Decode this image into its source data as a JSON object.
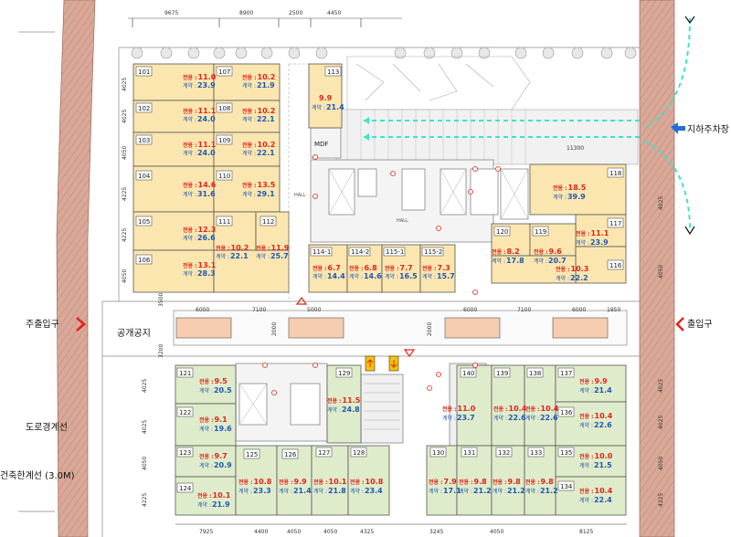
{
  "labels": {
    "area_prefix": "전용 :",
    "contract_prefix": "계약 :",
    "public_space": "공개공지",
    "main_entrance": "주출입구",
    "exit": "출입구",
    "underground_parking": "지하주차장",
    "road_boundary": "도로경계선",
    "building_line": "건축한계선 (3.0M)",
    "hall": "HALL",
    "mdf": "MDF"
  },
  "dimensions": {
    "top": [
      "9675",
      "8900",
      "2500",
      "4450"
    ],
    "bottom": [
      "7925",
      "4400",
      "4050",
      "4050",
      "4325",
      "3245",
      "4050",
      "8125"
    ],
    "left": [
      "4025",
      "4025",
      "4050",
      "4225",
      "4225",
      "4050",
      "4225"
    ],
    "right": [
      "4025",
      "4050",
      "4225"
    ],
    "road": [
      "3500",
      "3500",
      "3200"
    ],
    "public_space": [
      "6000",
      "7100",
      "5000",
      "6000",
      "7100",
      "6000",
      "1950"
    ],
    "misc": [
      "11300",
      "2000",
      "2000"
    ]
  },
  "units_yellow": [
    {
      "no": "101",
      "area": "11.0",
      "contract": "23.9"
    },
    {
      "no": "107",
      "area": "10.2",
      "contract": "21.9"
    },
    {
      "no": "113",
      "area": "9.9",
      "contract": "21.4"
    },
    {
      "no": "102",
      "area": "11.1",
      "contract": "24.0"
    },
    {
      "no": "108",
      "area": "10.2",
      "contract": "22.1"
    },
    {
      "no": "103",
      "area": "11.1",
      "contract": "24.0"
    },
    {
      "no": "109",
      "area": "10.2",
      "contract": "22.1"
    },
    {
      "no": "104",
      "area": "14.6",
      "contract": "31.6"
    },
    {
      "no": "110",
      "area": "13.5",
      "contract": "29.1"
    },
    {
      "no": "105",
      "area": "12.3",
      "contract": "26.6"
    },
    {
      "no": "111",
      "area": "10.2",
      "contract": "22.1"
    },
    {
      "no": "112",
      "area": "11.9",
      "contract": "25.7"
    },
    {
      "no": "106",
      "area": "13.1",
      "contract": "28.3"
    },
    {
      "no": "114-1",
      "area": "6.7",
      "contract": "14.4"
    },
    {
      "no": "114-2",
      "area": "6.8",
      "contract": "14.6"
    },
    {
      "no": "115-1",
      "area": "7.7",
      "contract": "16.5"
    },
    {
      "no": "115-2",
      "area": "7.3",
      "contract": "15.7"
    },
    {
      "no": "118",
      "area": "18.5",
      "contract": "39.9"
    },
    {
      "no": "117",
      "area": "11.1",
      "contract": "23.9"
    },
    {
      "no": "120",
      "area": "8.2",
      "contract": "17.8"
    },
    {
      "no": "119",
      "area": "9.6",
      "contract": "20.7"
    },
    {
      "no": "116",
      "area": "10.3",
      "contract": "22.2"
    }
  ],
  "units_green": [
    {
      "no": "121",
      "area": "9.5",
      "contract": "20.5"
    },
    {
      "no": "129",
      "area": "11.5",
      "contract": "24.8"
    },
    {
      "no": "122",
      "area": "9.1",
      "contract": "19.6"
    },
    {
      "no": "123",
      "area": "9.7",
      "contract": "20.9"
    },
    {
      "no": "124",
      "area": "10.1",
      "contract": "21.9"
    },
    {
      "no": "125",
      "area": "10.8",
      "contract": "23.3"
    },
    {
      "no": "126",
      "area": "9.9",
      "contract": "21.4"
    },
    {
      "no": "127",
      "area": "10.1",
      "contract": "21.8"
    },
    {
      "no": "128",
      "area": "10.8",
      "contract": "23.4"
    },
    {
      "no": "140",
      "area": "11.0",
      "contract": "23.7"
    },
    {
      "no": "139",
      "area": "10.4",
      "contract": "22.6"
    },
    {
      "no": "138",
      "area": "10.4",
      "contract": "22.6"
    },
    {
      "no": "137",
      "area": "9.9",
      "contract": "21.4"
    },
    {
      "no": "136",
      "area": "10.4",
      "contract": "22.6"
    },
    {
      "no": "135",
      "area": "10.0",
      "contract": "21.5"
    },
    {
      "no": "134",
      "area": "10.4",
      "contract": "22.4"
    },
    {
      "no": "130",
      "area": "7.9",
      "contract": "17.1"
    },
    {
      "no": "131",
      "area": "9.8",
      "contract": "21.2"
    },
    {
      "no": "132",
      "area": "9.8",
      "contract": "21.2"
    },
    {
      "no": "133",
      "area": "9.8",
      "contract": "21.2"
    }
  ],
  "colors": {
    "yellow_unit": "#fbe6b0",
    "green_unit": "#dfeccb",
    "brick": "#d9a898",
    "area_text": "#e2231a",
    "contract_text": "#1f58b4",
    "arrow_cyan": "#3fe3c7",
    "arrow_blue": "#1f6fe0",
    "marker_red": "#e2231a"
  }
}
